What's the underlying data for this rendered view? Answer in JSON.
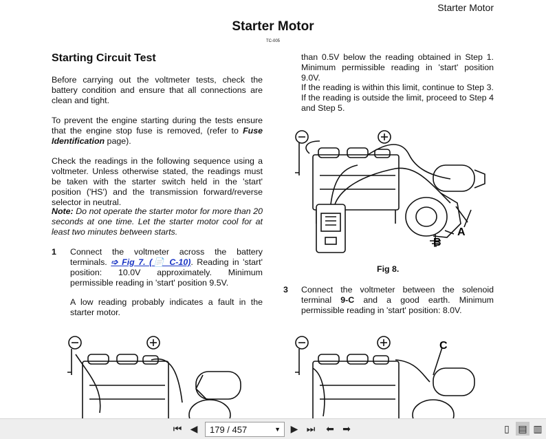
{
  "header": {
    "section": "Starter Motor",
    "title": "Starter Motor",
    "code": "TC-005"
  },
  "left": {
    "heading": "Starting Circuit Test",
    "p1": "Before carrying out the voltmeter tests, check the battery condition and ensure that all connections are clean and tight.",
    "p2_a": "To prevent the engine starting during the tests ensure that the engine stop fuse is removed, (refer to ",
    "p2_link": "Fuse Identification",
    "p2_b": " page).",
    "p3": "Check the readings in the following sequence using a voltmeter. Unless otherwise stated, the readings must be taken with the starter switch held in the 'start' position ('HS') and the transmission forward/reverse selector in neutral.",
    "note_label": "Note:",
    "note_text": " Do not operate the starter motor for more than 20 seconds at one time. Let the starter motor cool for at least two minutes between starts.",
    "step1_num": "1",
    "step1_a": "Connect the voltmeter across the battery terminals.",
    "step1_link": "➩ Fig 7. (📄 C-10)",
    "step1_b": ". Reading in 'start' position: 10.0V approximately. Minimum permissible reading in 'start' position 9.5V.",
    "step1_p2": "A low reading probably indicates a fault in the starter motor."
  },
  "right": {
    "p1": "than 0.5V below the reading obtained in Step 1. Minimum permissible reading in 'start' position 9.0V.",
    "p2": "If the reading is within this limit, continue to Step 3. If the reading is outside the limit, proceed to Step 4 and Step 5.",
    "fig_caption": "Fig 8.",
    "label_a": "A",
    "label_b": "B",
    "label_c": "C",
    "step3_num": "3",
    "step3_a": "Connect the voltmeter between the solenoid terminal ",
    "step3_bold": "9-C",
    "step3_b": " and a good earth. Minimum permissible reading in 'start' position: 8.0V."
  },
  "toolbar": {
    "page_value": "179 / 457"
  }
}
